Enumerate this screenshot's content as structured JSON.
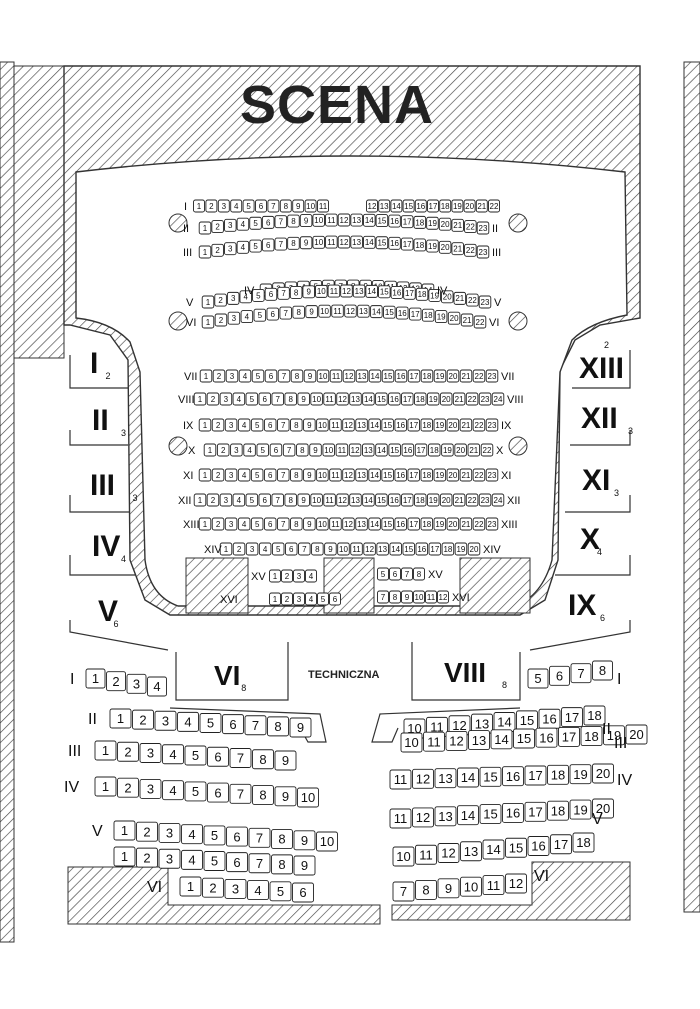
{
  "stage": {
    "label": "SCENA"
  },
  "technical": {
    "label": "TECHNICZNA"
  },
  "parter": {
    "rows": [
      {
        "label": "I",
        "left": [
          "1",
          "2",
          "3",
          "4",
          "5",
          "6",
          "7",
          "8",
          "9",
          "10",
          "11"
        ],
        "right": [
          "12",
          "13",
          "14",
          "15",
          "16",
          "17",
          "18",
          "19",
          "20",
          "21",
          "22"
        ],
        "right_label": "",
        "pillars": true
      },
      {
        "label": "II",
        "seats": [
          "1",
          "2",
          "3",
          "4",
          "5",
          "6",
          "7",
          "8",
          "9",
          "10",
          "11",
          "12",
          "13",
          "14",
          "15",
          "16",
          "17",
          "18",
          "19",
          "20",
          "21",
          "22",
          "23"
        ],
        "right_label": "II"
      },
      {
        "label": "III",
        "seats": [
          "1",
          "2",
          "3",
          "4",
          "5",
          "6",
          "7",
          "8",
          "9",
          "10",
          "11",
          "12",
          "13",
          "14",
          "15",
          "16",
          "17",
          "18",
          "19",
          "20",
          "21",
          "22",
          "23"
        ],
        "right_label": "III"
      },
      {
        "label": "IV",
        "seats": [
          "1",
          "2",
          "3",
          "4",
          "5",
          "6",
          "7",
          "8",
          "9",
          "10",
          "11",
          "12",
          "13",
          "14"
        ],
        "right_label": "IV"
      },
      {
        "label": "V",
        "seats": [
          "1",
          "2",
          "3",
          "4",
          "5",
          "6",
          "7",
          "8",
          "9",
          "10",
          "11",
          "12",
          "13",
          "14",
          "15",
          "16",
          "17",
          "18",
          "19",
          "20",
          "21",
          "22",
          "23"
        ],
        "right_label": "V"
      },
      {
        "label": "VI",
        "seats": [
          "1",
          "2",
          "3",
          "4",
          "5",
          "6",
          "7",
          "8",
          "9",
          "10",
          "11",
          "12",
          "13",
          "14",
          "15",
          "16",
          "17",
          "18",
          "19",
          "20",
          "21",
          "22"
        ],
        "right_label": "VI"
      },
      {
        "label": "VII",
        "seats": [
          "1",
          "2",
          "3",
          "4",
          "5",
          "6",
          "7",
          "8",
          "9",
          "10",
          "11",
          "12",
          "13",
          "14",
          "15",
          "16",
          "17",
          "18",
          "19",
          "20",
          "21",
          "22",
          "23"
        ],
        "right_label": "VII"
      },
      {
        "label": "VIII",
        "seats": [
          "1",
          "2",
          "3",
          "4",
          "5",
          "6",
          "7",
          "8",
          "9",
          "10",
          "11",
          "12",
          "13",
          "14",
          "15",
          "16",
          "17",
          "18",
          "19",
          "20",
          "21",
          "22",
          "23",
          "24"
        ],
        "right_label": "VIII"
      },
      {
        "label": "IX",
        "seats": [
          "1",
          "2",
          "3",
          "4",
          "5",
          "6",
          "7",
          "8",
          "9",
          "10",
          "11",
          "12",
          "13",
          "14",
          "15",
          "16",
          "17",
          "18",
          "19",
          "20",
          "21",
          "22",
          "23"
        ],
        "right_label": "IX"
      },
      {
        "label": "X",
        "seats": [
          "1",
          "2",
          "3",
          "4",
          "5",
          "6",
          "7",
          "8",
          "9",
          "10",
          "11",
          "12",
          "13",
          "14",
          "15",
          "16",
          "17",
          "18",
          "19",
          "20",
          "21",
          "22"
        ],
        "right_label": "X"
      },
      {
        "label": "XI",
        "seats": [
          "1",
          "2",
          "3",
          "4",
          "5",
          "6",
          "7",
          "8",
          "9",
          "10",
          "11",
          "12",
          "13",
          "14",
          "15",
          "16",
          "17",
          "18",
          "19",
          "20",
          "21",
          "22",
          "23"
        ],
        "right_label": "XI"
      },
      {
        "label": "XII",
        "seats": [
          "1",
          "2",
          "3",
          "4",
          "5",
          "6",
          "7",
          "8",
          "9",
          "10",
          "11",
          "12",
          "13",
          "14",
          "15",
          "16",
          "17",
          "18",
          "19",
          "20",
          "21",
          "22",
          "23",
          "24"
        ],
        "right_label": "XII"
      },
      {
        "label": "XIII",
        "seats": [
          "1",
          "2",
          "3",
          "4",
          "5",
          "6",
          "7",
          "8",
          "9",
          "10",
          "11",
          "12",
          "13",
          "14",
          "15",
          "16",
          "17",
          "18",
          "19",
          "20",
          "21",
          "22",
          "23"
        ],
        "right_label": "XIII"
      },
      {
        "label": "XIV",
        "seats": [
          "1",
          "2",
          "3",
          "4",
          "5",
          "6",
          "7",
          "8",
          "9",
          "10",
          "11",
          "12",
          "13",
          "14",
          "15",
          "16",
          "17",
          "18",
          "19",
          "20"
        ],
        "right_label": "XIV"
      }
    ],
    "rear_left": [
      {
        "label": "XV",
        "seats": [
          "1",
          "2",
          "3",
          "4"
        ]
      },
      {
        "label": "XVI",
        "seats": [
          "1",
          "2",
          "3",
          "4",
          "5",
          "6"
        ]
      }
    ],
    "rear_right": [
      {
        "label": "XV",
        "seats": [
          "5",
          "6",
          "7",
          "8"
        ]
      },
      {
        "label": "XVI",
        "seats": [
          "7",
          "8",
          "9",
          "10",
          "11",
          "12"
        ]
      }
    ]
  },
  "boxes_left": [
    {
      "label": "I",
      "seats": "2"
    },
    {
      "label": "II",
      "seats": "3"
    },
    {
      "label": "III",
      "seats": "3"
    },
    {
      "label": "IV",
      "seats": "4"
    },
    {
      "label": "V",
      "seats": "6"
    },
    {
      "label": "VI",
      "seats": "8"
    }
  ],
  "boxes_right": [
    {
      "label": "XIII",
      "seats": "2"
    },
    {
      "label": "XII",
      "seats": "3"
    },
    {
      "label": "XI",
      "seats": "3"
    },
    {
      "label": "X",
      "seats": "4"
    },
    {
      "label": "IX",
      "seats": "6"
    },
    {
      "label": "VIII",
      "seats": "8"
    }
  ],
  "balcony_left": [
    {
      "label": "I",
      "seats": [
        "1",
        "2",
        "3",
        "4"
      ]
    },
    {
      "label": "II",
      "seats": [
        "1",
        "2",
        "3",
        "4",
        "5",
        "6",
        "7",
        "8",
        "9"
      ]
    },
    {
      "label": "III",
      "seats": [
        "1",
        "2",
        "3",
        "4",
        "5",
        "6",
        "7",
        "8",
        "9"
      ]
    },
    {
      "label": "IV",
      "seats": [
        "1",
        "2",
        "3",
        "4",
        "5",
        "6",
        "7",
        "8",
        "9",
        "10"
      ]
    },
    {
      "label": "V",
      "seats": [
        "1",
        "2",
        "3",
        "4",
        "5",
        "6",
        "7",
        "8",
        "9",
        "10"
      ]
    },
    {
      "label": "",
      "seats": [
        "1",
        "2",
        "3",
        "4",
        "5",
        "6",
        "7",
        "8",
        "9"
      ]
    },
    {
      "label": "VI",
      "seats": [
        "1",
        "2",
        "3",
        "4",
        "5",
        "6"
      ]
    }
  ],
  "balcony_right": [
    {
      "label": "I",
      "seats": [
        "5",
        "6",
        "7",
        "8"
      ]
    },
    {
      "label": "II",
      "seats": [
        "10",
        "11",
        "12",
        "13",
        "14",
        "15",
        "16",
        "17",
        "18"
      ]
    },
    {
      "label": "III",
      "seats": [
        "10",
        "11",
        "12",
        "13",
        "14",
        "15",
        "16",
        "17",
        "18",
        "19",
        "20"
      ]
    },
    {
      "label": "IV",
      "seats": [
        "11",
        "12",
        "13",
        "14",
        "15",
        "16",
        "17",
        "18",
        "19",
        "20"
      ]
    },
    {
      "label": "V",
      "seats": [
        "11",
        "12",
        "13",
        "14",
        "15",
        "16",
        "17",
        "18",
        "19",
        "20"
      ]
    },
    {
      "label": "",
      "seats": [
        "10",
        "11",
        "12",
        "13",
        "14",
        "15",
        "16",
        "17",
        "18"
      ]
    },
    {
      "label": "VI",
      "seats": [
        "7",
        "8",
        "9",
        "10",
        "11",
        "12"
      ]
    }
  ]
}
